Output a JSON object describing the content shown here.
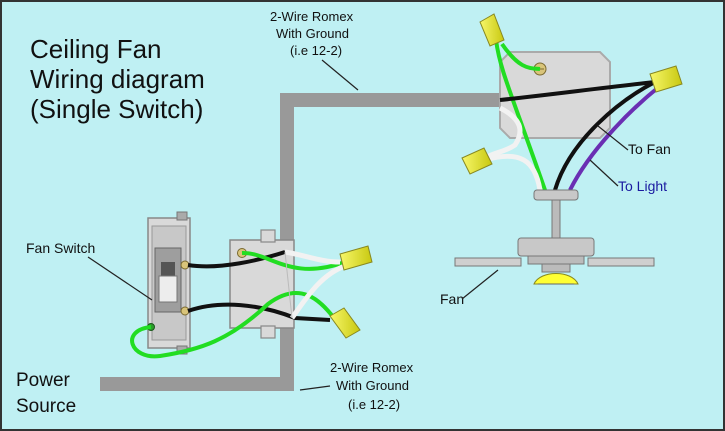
{
  "title": {
    "line1": "Ceiling Fan",
    "line2": "Wiring diagram",
    "line3": "(Single Switch)"
  },
  "romex_top": {
    "line1": "2-Wire Romex",
    "line2": "With Ground",
    "line3": "(i.e 12-2)"
  },
  "romex_bottom": {
    "line1": "2-Wire Romex",
    "line2": "With Ground",
    "line3": "(i.e 12-2)"
  },
  "labels": {
    "fan_switch": "Fan Switch",
    "to_fan": "To Fan",
    "to_light": "To Light",
    "fan": "Fan",
    "power_line1": "Power",
    "power_line2": "Source"
  },
  "colors": {
    "background": "#bff0f3",
    "ground_wire": "#22dd22",
    "hot_wire": "#111111",
    "neutral_wire": "#f2f2f2",
    "light_wire": "#6a2fb3",
    "wire_nut": "#e6e62a",
    "cable": "#999999",
    "box": "#d9d9d9"
  }
}
